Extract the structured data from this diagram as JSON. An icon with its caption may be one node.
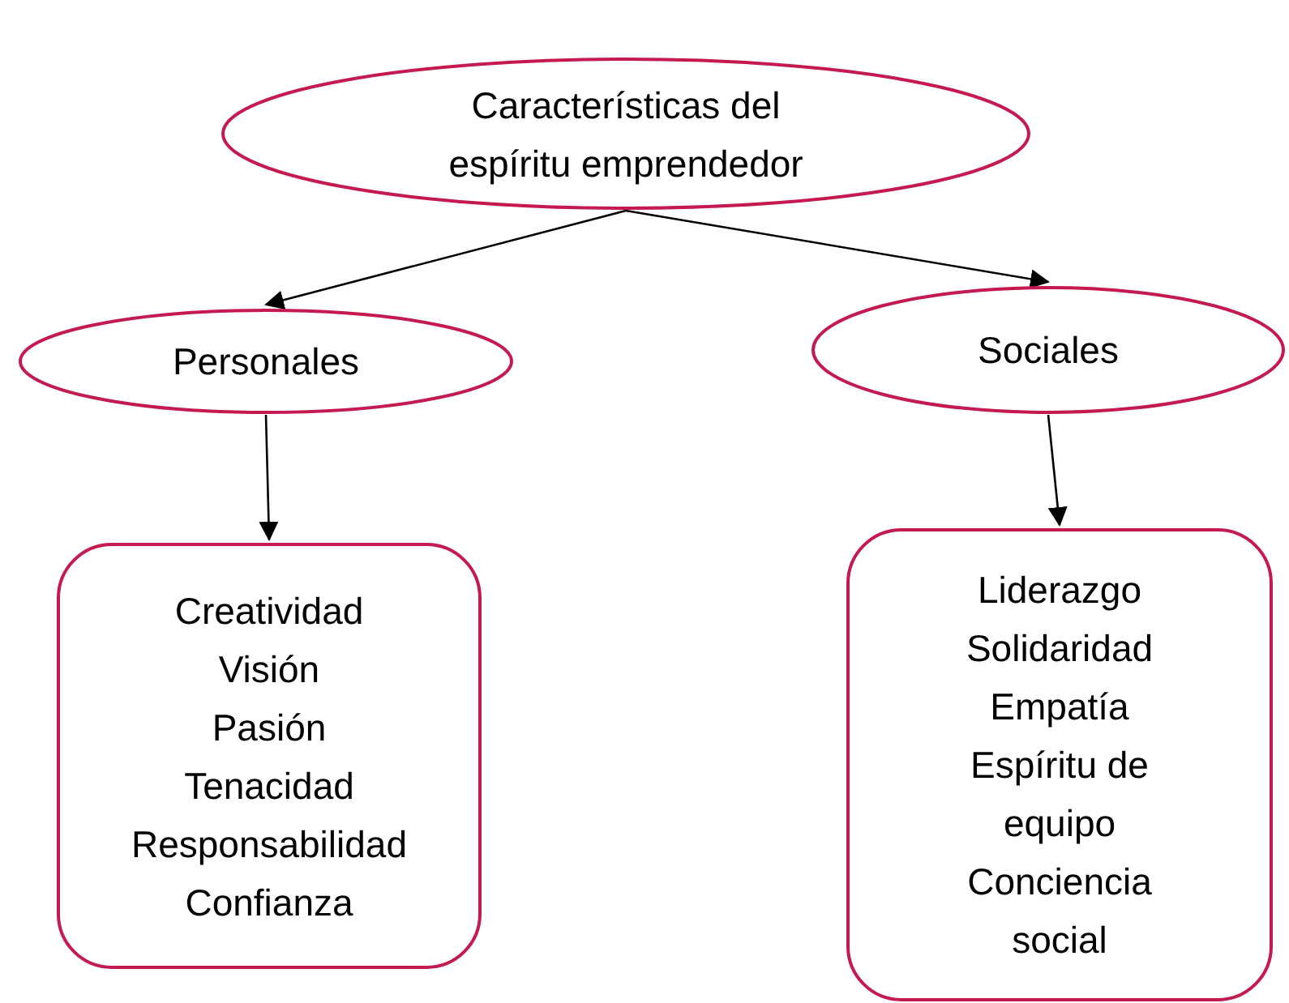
{
  "diagram": {
    "nodes": [
      {
        "text": [
          "Características del espíritu emprendedor"
        ]
      },
      {
        "text": [
          "Personales"
        ]
      },
      {
        "text": [
          "Sociales"
        ]
      },
      {
        "text": [
          "Creatividad",
          "Visión",
          "Pasión",
          "Tenacidad",
          "Responsabilidad",
          "Confianza"
        ]
      },
      {
        "text": [
          "Liderazgo",
          "Solidaridad",
          "Empatía",
          "Espíritu de equipo",
          "Conciencia social"
        ]
      }
    ],
    "edges": [
      {
        "from": 0,
        "to": 1,
        "arrow": "to"
      },
      {
        "from": 0,
        "to": 2,
        "arrow": "to"
      },
      {
        "from": 1,
        "to": 3,
        "arrow": "to"
      },
      {
        "from": 2,
        "to": 4,
        "arrow": "to"
      }
    ]
  }
}
